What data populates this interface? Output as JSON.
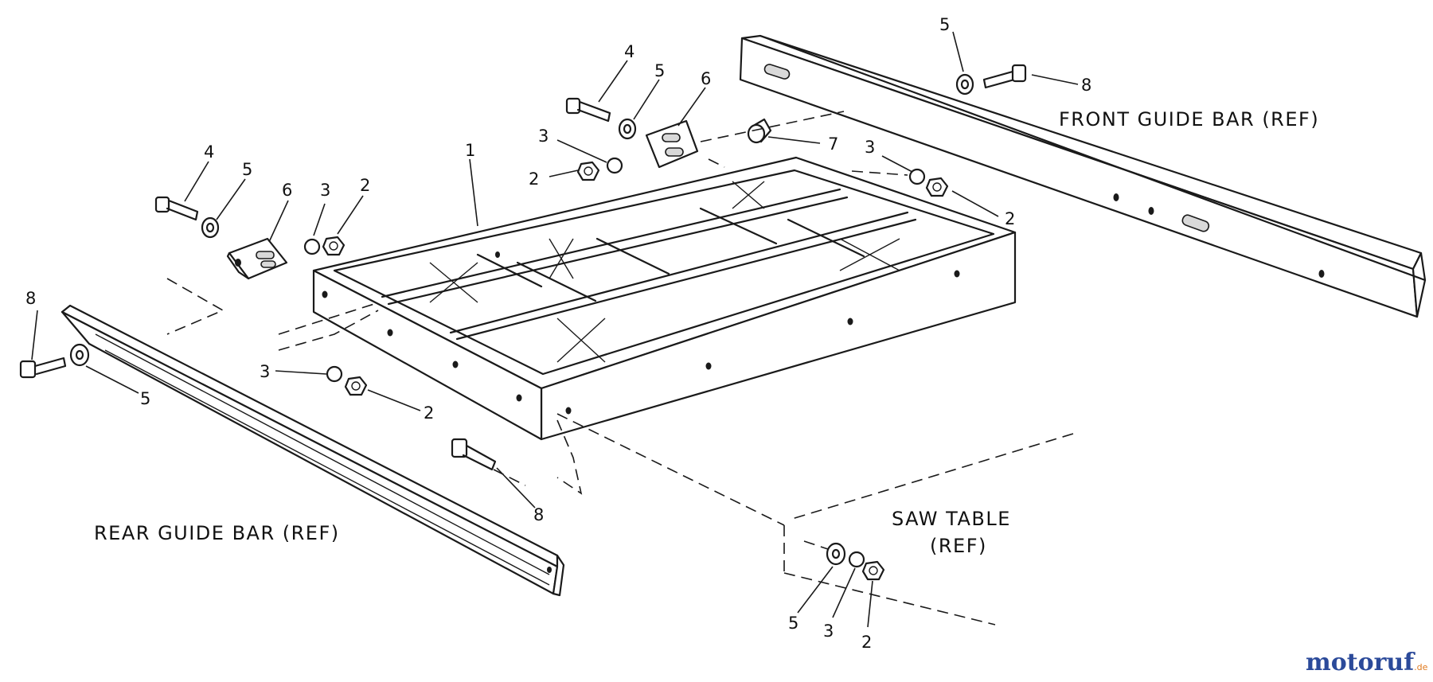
{
  "labels": {
    "front_guide_bar": "FRONT GUIDE BAR (REF)",
    "rear_guide_bar": "REAR GUIDE BAR (REF)",
    "saw_table_line1": "SAW TABLE",
    "saw_table_line2": "(REF)"
  },
  "callouts": {
    "c1": "1",
    "c4a": "4",
    "c5a": "5",
    "c6a": "6",
    "c3a": "3",
    "c2a": "2",
    "c4b": "4",
    "c5b": "5",
    "c6b": "6",
    "c3b": "3",
    "c2b": "2",
    "c7": "7",
    "c3c": "3",
    "c2c": "2",
    "c5d": "5",
    "c8d": "8",
    "c8e": "8",
    "c5e": "5",
    "c3f": "3",
    "c2f": "2",
    "c8g": "8",
    "c5h": "5",
    "c3h": "3",
    "c2h": "2"
  },
  "watermark": {
    "brand_part1": "moto",
    "brand_part2": "ruf",
    "suffix": ".de",
    "color_primary": "#2b4a9a",
    "color_accent": "#e07a1f"
  }
}
